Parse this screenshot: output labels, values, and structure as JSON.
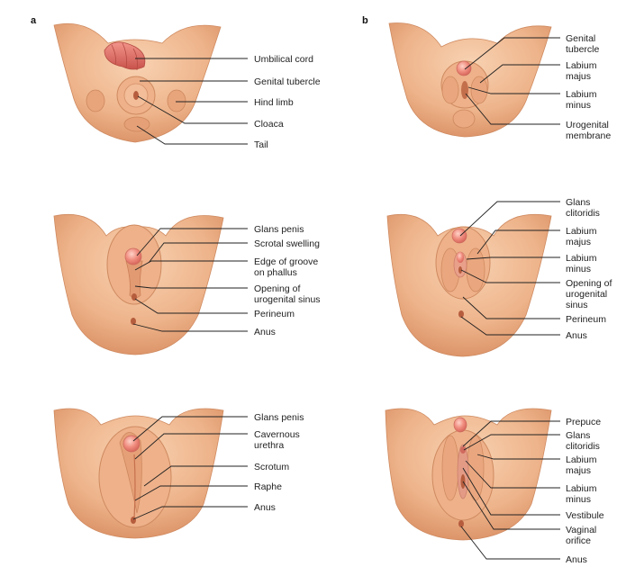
{
  "panel_letters": {
    "a": "a",
    "b": "b"
  },
  "panels": {
    "a1": [
      "Umbilical cord",
      "Genital tubercle",
      "Hind limb",
      "Cloaca",
      "Tail"
    ],
    "a2": [
      "Glans penis",
      "Scrotal swelling",
      "Edge of groove|on phallus",
      "Opening of|urogenital sinus",
      "Perineum",
      "Anus"
    ],
    "a3": [
      "Glans penis",
      "Cavernous|urethra",
      "Scrotum",
      "Raphe",
      "Anus"
    ],
    "b1": [
      "Genital|tubercle",
      "Labium|majus",
      "Labium|minus",
      "Urogenital|membrane"
    ],
    "b2": [
      "Glans|clitoridis",
      "Labium|majus",
      "Labium|minus",
      "Opening of|urogenital|sinus",
      "Perineum",
      "Anus"
    ],
    "b3": [
      "Prepuce",
      "Glans|clitoridis",
      "Labium|majus",
      "Labium|minus",
      "Vestibule",
      "Vaginal|orifice",
      "Anus"
    ]
  },
  "colors": {
    "skin_light": "#f6c9a6",
    "skin_mid": "#eaa57a",
    "skin_dark": "#c9784f",
    "glans": "#ef8a7e",
    "cord": "#e06b62",
    "line": "#222222"
  }
}
